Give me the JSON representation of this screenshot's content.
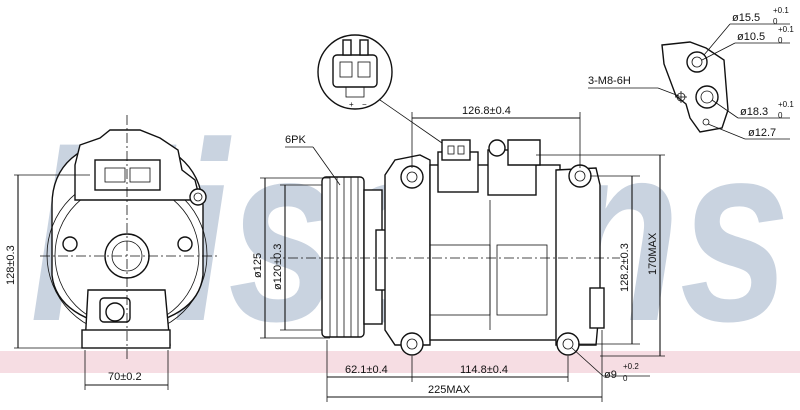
{
  "watermark": {
    "text": "Nissens",
    "color": "#c9d3e0",
    "band_color": "#f6dde3"
  },
  "labels": {
    "belt": "6PK",
    "thread": "3-M8-6H",
    "width_bottom": "70±0.2",
    "height_left": "128±0.3",
    "pulley_outer": "ø125",
    "pulley_inner": "ø120±0.3",
    "top_len": "126.8±0.4",
    "right_height": "128.2±0.3",
    "max_height": "170MAX",
    "dim_62": "62.1±0.4",
    "dim_114": "114.8±0.4",
    "max_length": "225MAX",
    "hole9_main": "ø9",
    "hole9_tol_top": "+0.2",
    "hole9_tol_bot": "0",
    "d155_main": "ø15.5",
    "d155_tol_top": "+0.1",
    "d155_tol_bot": "0",
    "d105_main": "ø10.5",
    "d105_tol_top": "+0.1",
    "d105_tol_bot": "0",
    "d183_main": "ø18.3",
    "d183_tol_top": "+0.1",
    "d183_tol_bot": "0",
    "d127": "ø12.7"
  },
  "connector": {
    "plus": "+",
    "minus": "−"
  }
}
